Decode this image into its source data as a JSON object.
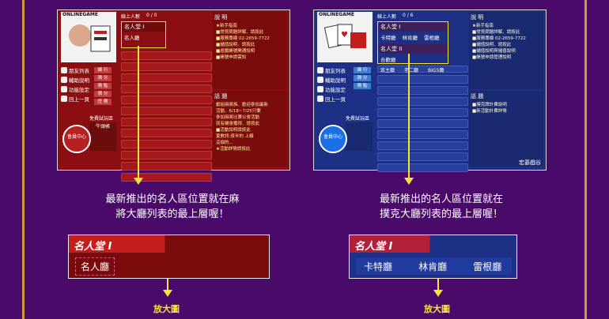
{
  "left_shot": {
    "logo_text": "ONLINEGAME",
    "online_label": "線上人數",
    "online_count": "0 / 0",
    "room_title": "名人堂 I",
    "room_item": "名人廳",
    "menu": [
      "朋友列表",
      "輔助說明",
      "功能設定",
      "回上一頁"
    ],
    "side_buttons": [
      "練 行",
      "積 分",
      "積 點",
      "積 分",
      "任 務"
    ],
    "member": "會員中心",
    "trial_title": "免費試玩區",
    "trial_item": "牛頭帳",
    "info_title": "說 明",
    "info_lines": [
      "★新手指南",
      "■常見問題詳解、請按此",
      "■服務專線 02-2659-7722",
      "■儲值說明、請按此",
      "■遊戲帳號開通說明",
      "■帳號申請需知"
    ],
    "info2_title": "話 題",
    "info2_lines": [
      "獻給麻將族、歡迎參加最新",
      "活動、6/18~7/25只要",
      "參加麻將比賽公會活動",
      "就有機會獲得、請按此",
      "■活動說明請按此",
      "夏數訊:夜半的 上線",
      "這個的...",
      "★活動詳情請按此"
    ]
  },
  "right_shot": {
    "logo_text": "ONLINEGAME",
    "online_label": "線上人數",
    "online_count": "0 / 6",
    "room_title": "名人堂 I",
    "room_items": [
      "卡特廳",
      "林肯廳",
      "雷根廳"
    ],
    "room_title2": "名人堂 II",
    "room_item2": "合歡廳",
    "row_items": [
      "玫主廳",
      "老二廳",
      "BIG5廳"
    ],
    "menu": [
      "朋友列表",
      "輔助說明",
      "功能設定",
      "回上一頁"
    ],
    "side_buttons": [
      "練 行",
      "積 分",
      "積 點"
    ],
    "member": "會員中心",
    "trial_title": "免費試玩區",
    "info_title": "說 明",
    "info_lines": [
      "★新手指南",
      "■常見問題詳解、請按此",
      "■服務專線 02-2659-7722",
      "■儲值說明、請按此",
      "■儲值說明與儲值說明",
      "■帳號申請管理說明"
    ],
    "info2_title": "話 題",
    "info2_lines": [
      "■撲克牌計費說明",
      "■新活動計費詳情"
    ],
    "brand": "宏碁戲谷"
  },
  "captions": {
    "left": "最新推出的名人區位置就在麻\n將大廳列表的最上層喔！",
    "right": "最新推出的名人區位置就在\n撲克大廳列表的最上層喔！"
  },
  "zoom_left": {
    "title": "名人堂 I",
    "item": "名人廳"
  },
  "zoom_right": {
    "title": "名人堂 I",
    "items": [
      "卡特廳",
      "林肯廳",
      "雷根廳"
    ]
  },
  "enlarge_label": "放大圖",
  "colors": {
    "background": "#4a0a6a",
    "accent": "#f6e43a",
    "frame": "#c79a3a"
  }
}
